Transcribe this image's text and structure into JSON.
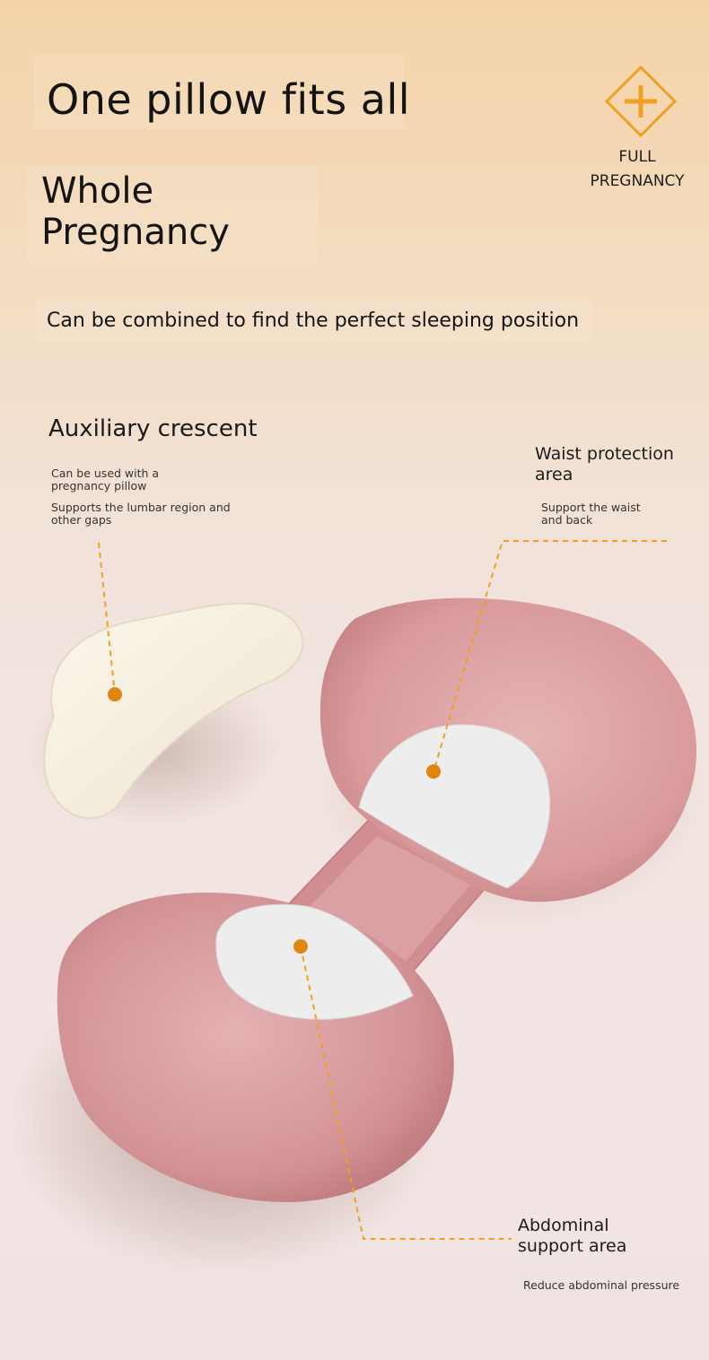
{
  "hero": {
    "title": "One pillow fits all",
    "subtitle_line1": "Whole",
    "subtitle_line2": "Pregnancy",
    "tagline": "Can be combined to find the perfect sleeping position"
  },
  "badge": {
    "icon": "plus-diamond-icon",
    "line1": "FULL",
    "line2": "PREGNANCY",
    "accent_color": "#f0a020"
  },
  "features": {
    "auxiliary": {
      "title": "Auxiliary crescent",
      "desc1_line1": "Can be used with a",
      "desc1_line2": "pregnancy pillow",
      "desc2_line1": "Supports the lumbar region and",
      "desc2_line2": "other gaps"
    },
    "waist": {
      "title_line1": "Waist protection",
      "title_line2": "area",
      "desc_line1": "Support the waist",
      "desc_line2": "and back"
    },
    "abdominal": {
      "title_line1": "Abdominal",
      "title_line2": "support area",
      "desc": "Reduce abdominal pressure"
    }
  },
  "colors": {
    "callout_line": "#f0a020",
    "callout_dot": "#e0860e",
    "pillow_pink": "#d89ea0",
    "crescent_cream": "#f5efdf"
  }
}
